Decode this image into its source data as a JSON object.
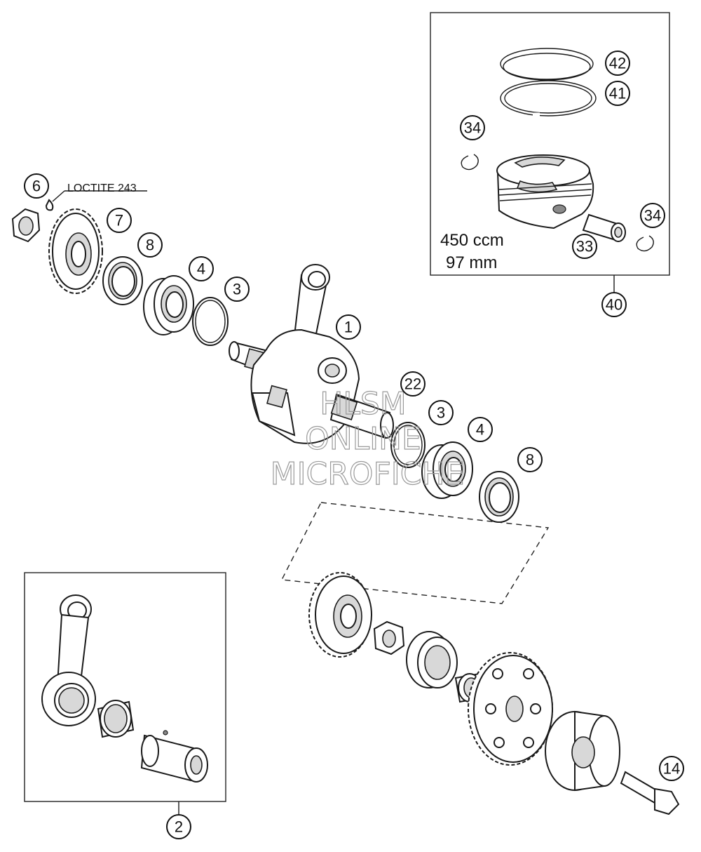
{
  "callouts": {
    "c1": "1",
    "c2": "2",
    "c3a": "3",
    "c3b": "3",
    "c4a": "4",
    "c4b": "4",
    "c6": "6",
    "c7": "7",
    "c8a": "8",
    "c8b": "8",
    "c14": "14",
    "c22": "22",
    "c33": "33",
    "c34a": "34",
    "c34b": "34",
    "c40": "40",
    "c41": "41",
    "c42": "42"
  },
  "notes": {
    "loctite": "LOCTITE 243",
    "piston_volume": "450 ccm",
    "piston_bore": "97 mm"
  },
  "watermark": {
    "line1": "HLSM",
    "line2": "ONLINE",
    "line3": "MICROFICHE"
  }
}
